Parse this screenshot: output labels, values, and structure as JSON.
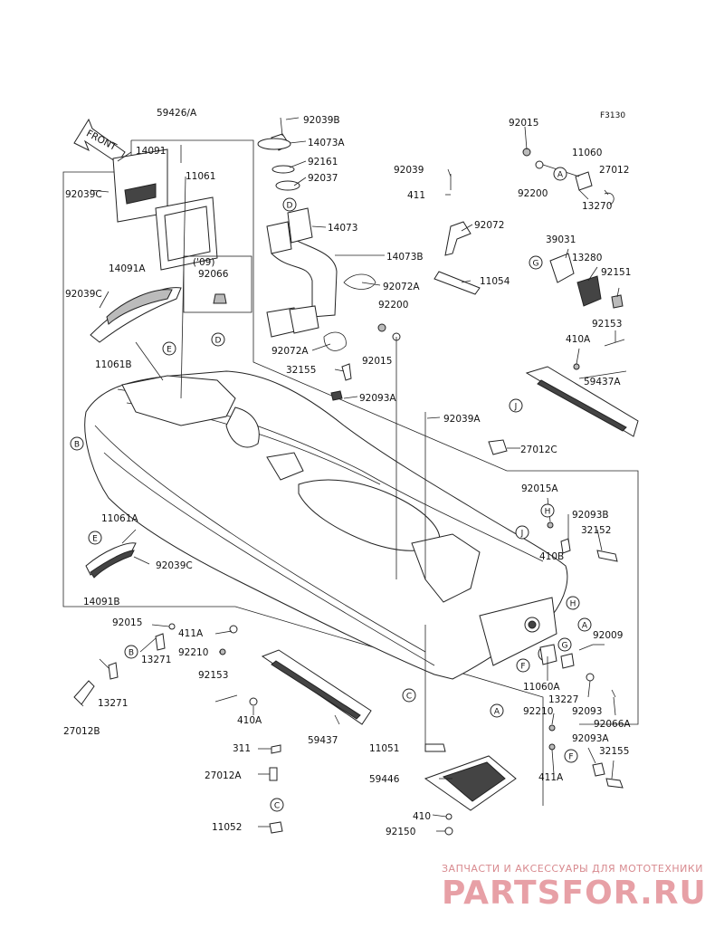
{
  "figure_code": "F3130",
  "front_label": "FRONT",
  "note_09": "('09)",
  "labels": {
    "p59426A": "59426/A",
    "p14091": "14091",
    "p11061": "11061",
    "p92039C_1": "92039C",
    "p92066": "92066",
    "p14091A": "14091A",
    "p92039C_2": "92039C",
    "p11061B": "11061B",
    "p92039B": "92039B",
    "p14073A": "14073A",
    "p92161": "92161",
    "p92037": "92037",
    "p14073": "14073",
    "p14073B": "14073B",
    "p92072A_1": "92072A",
    "p92072A_2": "92072A",
    "p92015_t": "92015",
    "p92039": "92039",
    "p411": "411",
    "p92072": "92072",
    "p11054": "11054",
    "p92200_1": "92200",
    "p92015_m": "92015",
    "p32155_1": "32155",
    "p92093A_1": "92093A",
    "p92039A": "92039A",
    "p11060": "11060",
    "p27012": "27012",
    "p92200_2": "92200",
    "p13270": "13270",
    "p39031": "39031",
    "p13280": "13280",
    "p92151": "92151",
    "p92153_1": "92153",
    "p410A_1": "410A",
    "p59437A": "59437A",
    "p27012C": "27012C",
    "p92015A": "92015A",
    "p92093B": "92093B",
    "p32152": "32152",
    "p410B": "410B",
    "p11061A": "11061A",
    "p92039C_3": "92039C",
    "p14091B": "14091B",
    "p92015_b": "92015",
    "p411A": "411A",
    "p92210_1": "92210",
    "p13271_1": "13271",
    "p13271_2": "13271",
    "p27012B": "27012B",
    "p92153_2": "92153",
    "p410A_2": "410A",
    "p59437": "59437",
    "p92009": "92009",
    "p11060A": "11060A",
    "p13227": "13227",
    "p92210_2": "92210",
    "p92093": "92093",
    "p92066A": "92066A",
    "p92093A_2": "92093A",
    "p32155_2": "32155",
    "p411A_2": "411A",
    "p311": "311",
    "p27012A": "27012A",
    "p11051": "11051",
    "p59446": "59446",
    "p11052": "11052",
    "p410": "410",
    "p92150": "92150"
  },
  "callouts": {
    "A": "A",
    "B": "B",
    "C": "C",
    "D": "D",
    "E": "E",
    "F": "F",
    "G": "G",
    "H": "H",
    "J": "J"
  },
  "watermark": {
    "subtitle": "ЗАПЧАСТИ И АКСЕССУАРЫ ДЛЯ МОТОТЕХНИКИ",
    "brand": "PARTSFOR.RU"
  }
}
